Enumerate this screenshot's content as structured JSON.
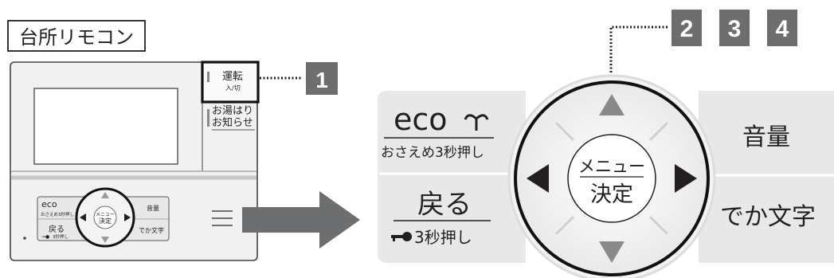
{
  "title": "台所リモコン",
  "callouts": [
    "1",
    "2",
    "3",
    "4"
  ],
  "small_remote": {
    "operation_label": "運転",
    "operation_sub": "入/切",
    "bath_notify_line1": "お湯はり",
    "bath_notify_line2": "お知らせ",
    "eco": "eco",
    "eco_hold": "おさえめ3秒押し",
    "back": "戻る",
    "back_hold": "3秒押し",
    "menu_line1": "メニュー",
    "menu_line2": "決定",
    "volume": "音量",
    "large_text": "でか文字"
  },
  "panel": {
    "eco": "eco",
    "eco_hold": "おさえめ3秒押し",
    "back": "戻る",
    "back_hold": "3秒押し",
    "menu_line1": "メニュー",
    "menu_line2": "決定",
    "volume": "音量",
    "large_text": "でか文字"
  },
  "colors": {
    "callout_bg": "#6d6e70",
    "button_bg": "#e8e8e8",
    "ring": "#111111",
    "arrow": "#231f20",
    "arrow_light": "#8a8a8a",
    "connector": "#6d6e70"
  }
}
